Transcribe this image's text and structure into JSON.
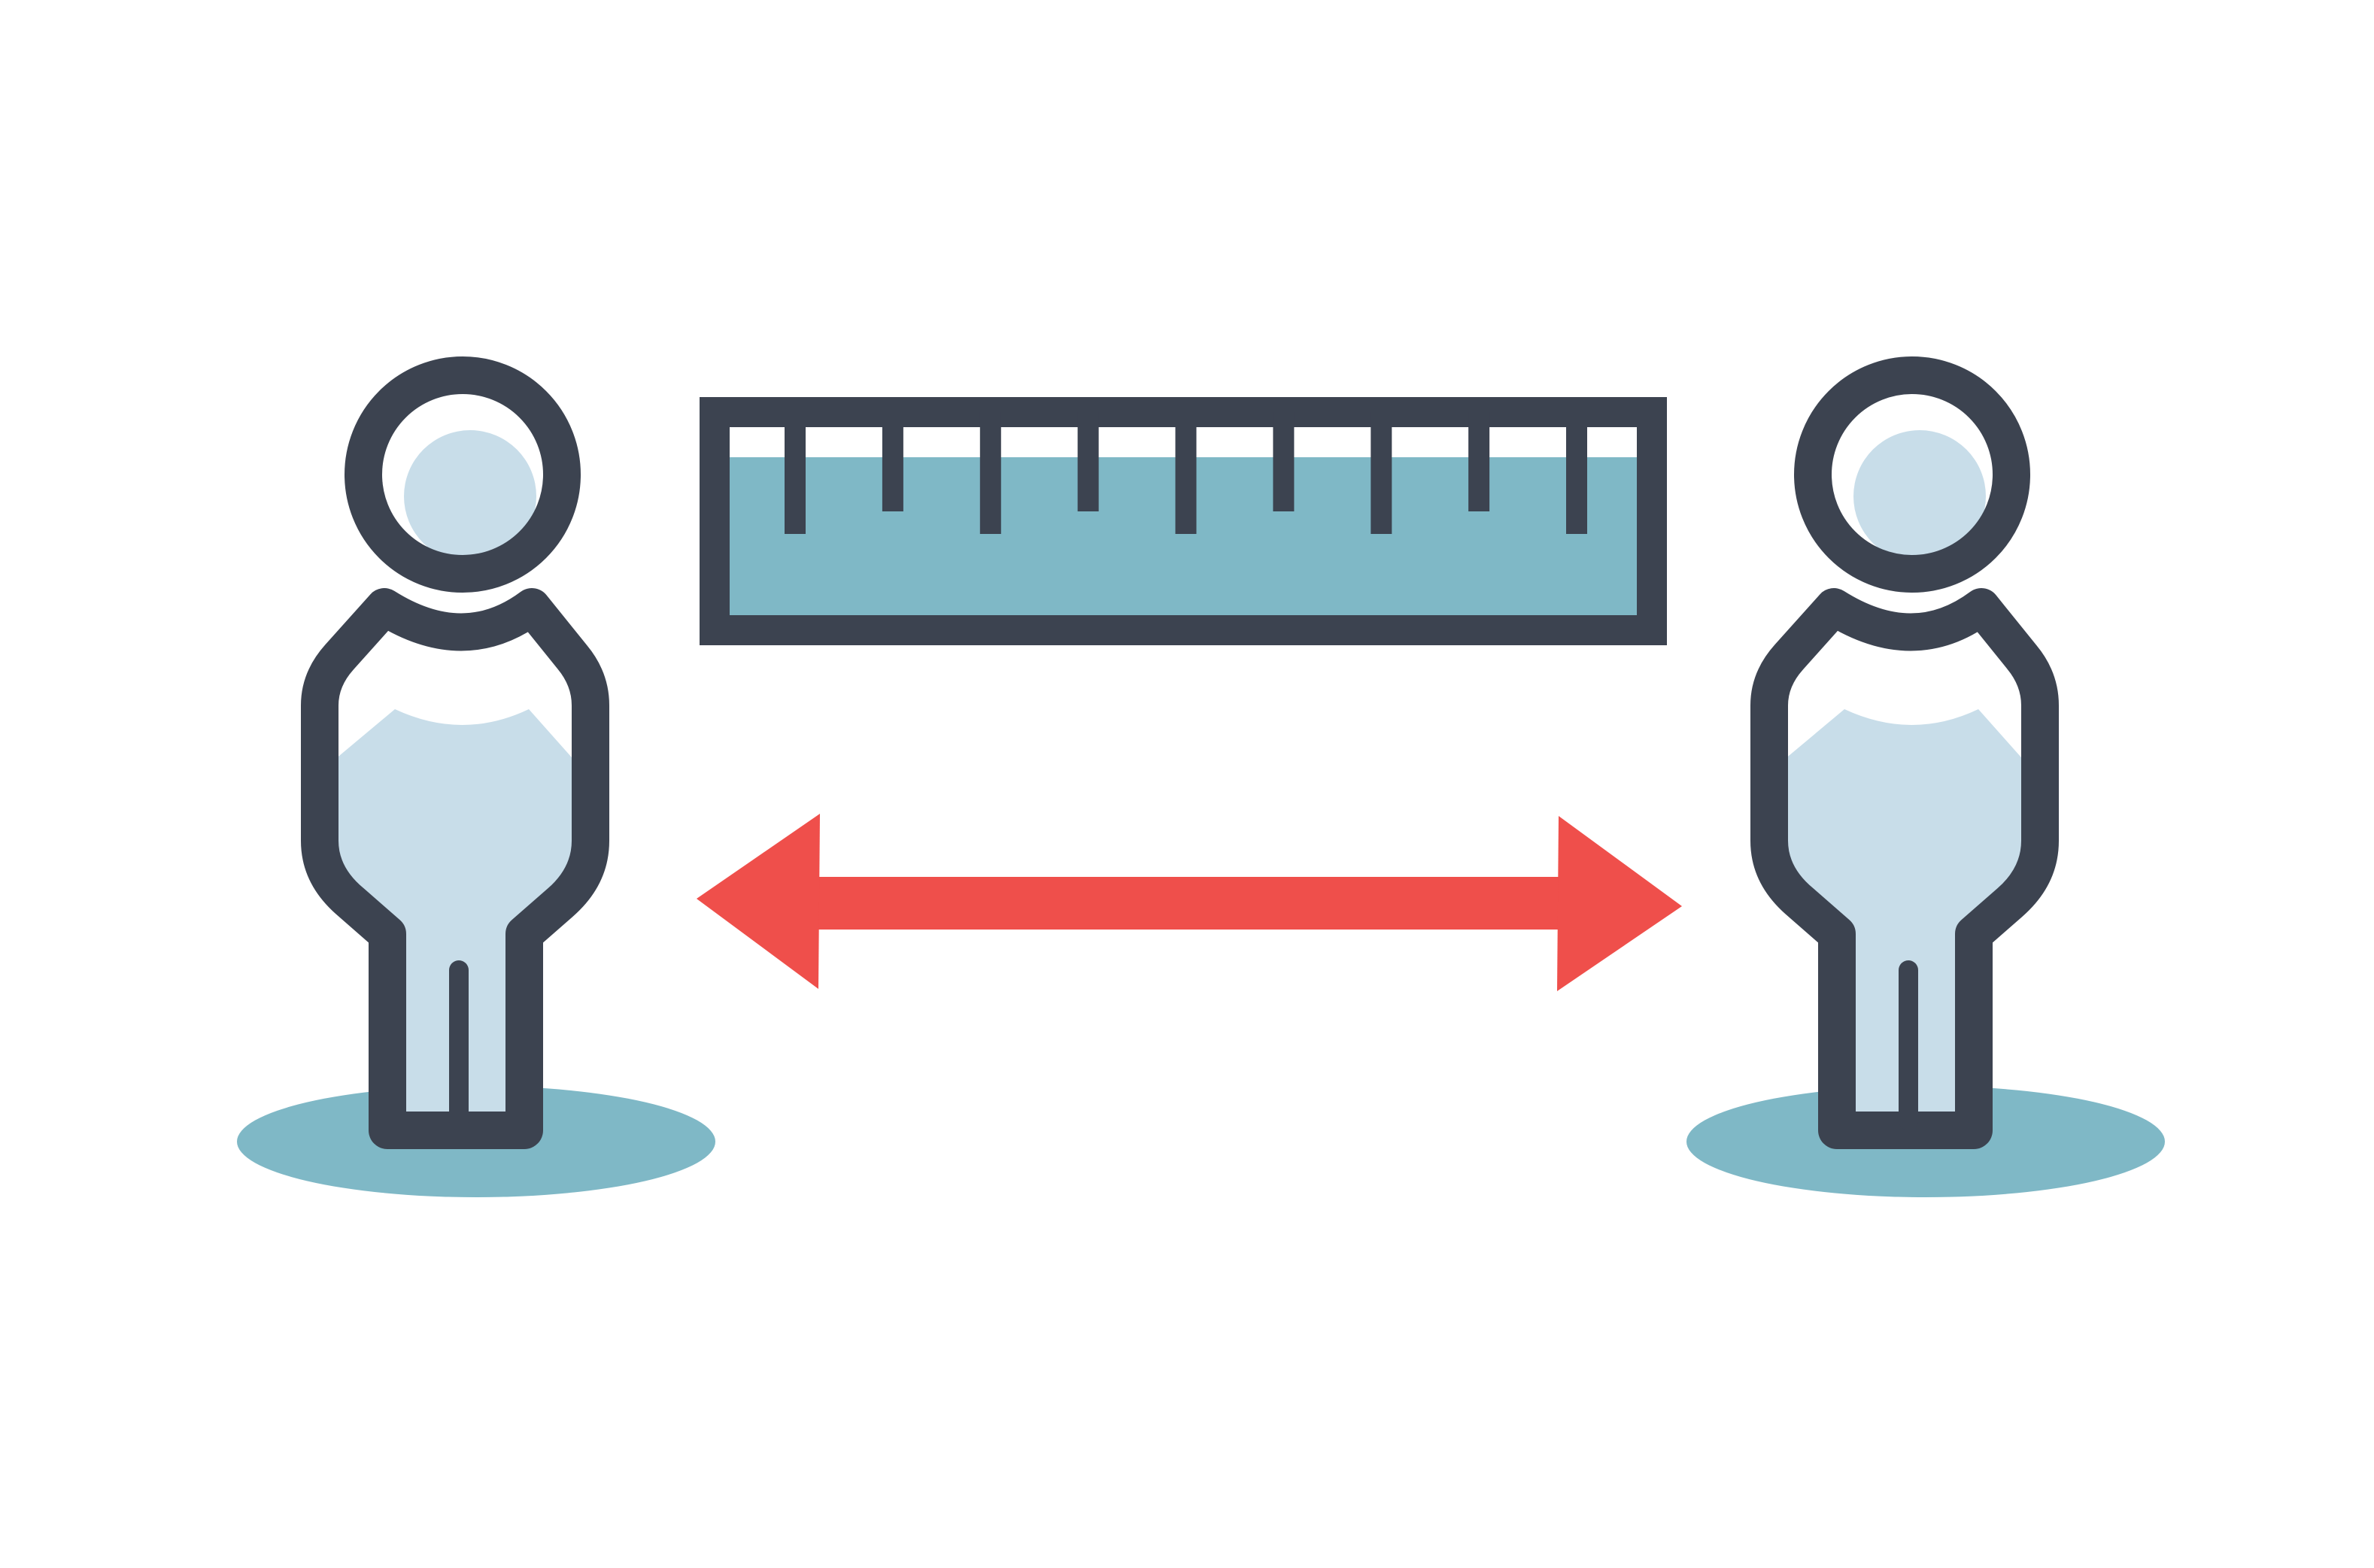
{
  "illustration": {
    "subject": "social-distancing",
    "elements": [
      "person-left",
      "ruler",
      "distance-arrow",
      "person-right"
    ],
    "colors": {
      "outline": "#3c4350",
      "body_fill": "#c8dde9",
      "ground_shadow": "#7fb8c6",
      "ruler_fill": "#7fb8c6",
      "arrow": "#ef4f4b",
      "background": "#ffffff"
    },
    "ruler": {
      "tick_count": 9,
      "tick_pattern": [
        "long",
        "short",
        "long",
        "short",
        "long",
        "short",
        "long",
        "short",
        "long"
      ]
    },
    "arrow": {
      "direction": "double-headed-horizontal"
    }
  }
}
